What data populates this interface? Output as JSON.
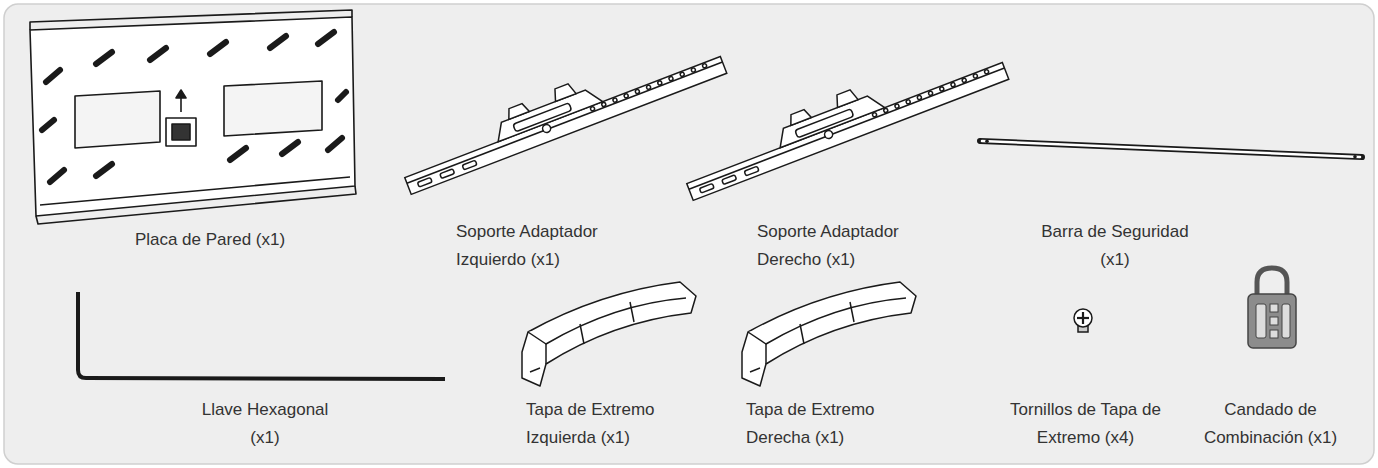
{
  "diagram": {
    "labels": [
      "Placa de Pared (x1)",
      "Soporte Adaptador Izquierdo (x1)",
      "Soporte Adaptador Derecho (x1)",
      "Barra de Seguridad (x1)",
      "Llave Hexagonal (x1)",
      "Tapa de Extremo Izquierda (x1)",
      "Tapa de Extremo Derecha (x1)",
      "Tornillos de Tapa de Extremo (x4)",
      "Candado de Combinación (x1)"
    ]
  }
}
